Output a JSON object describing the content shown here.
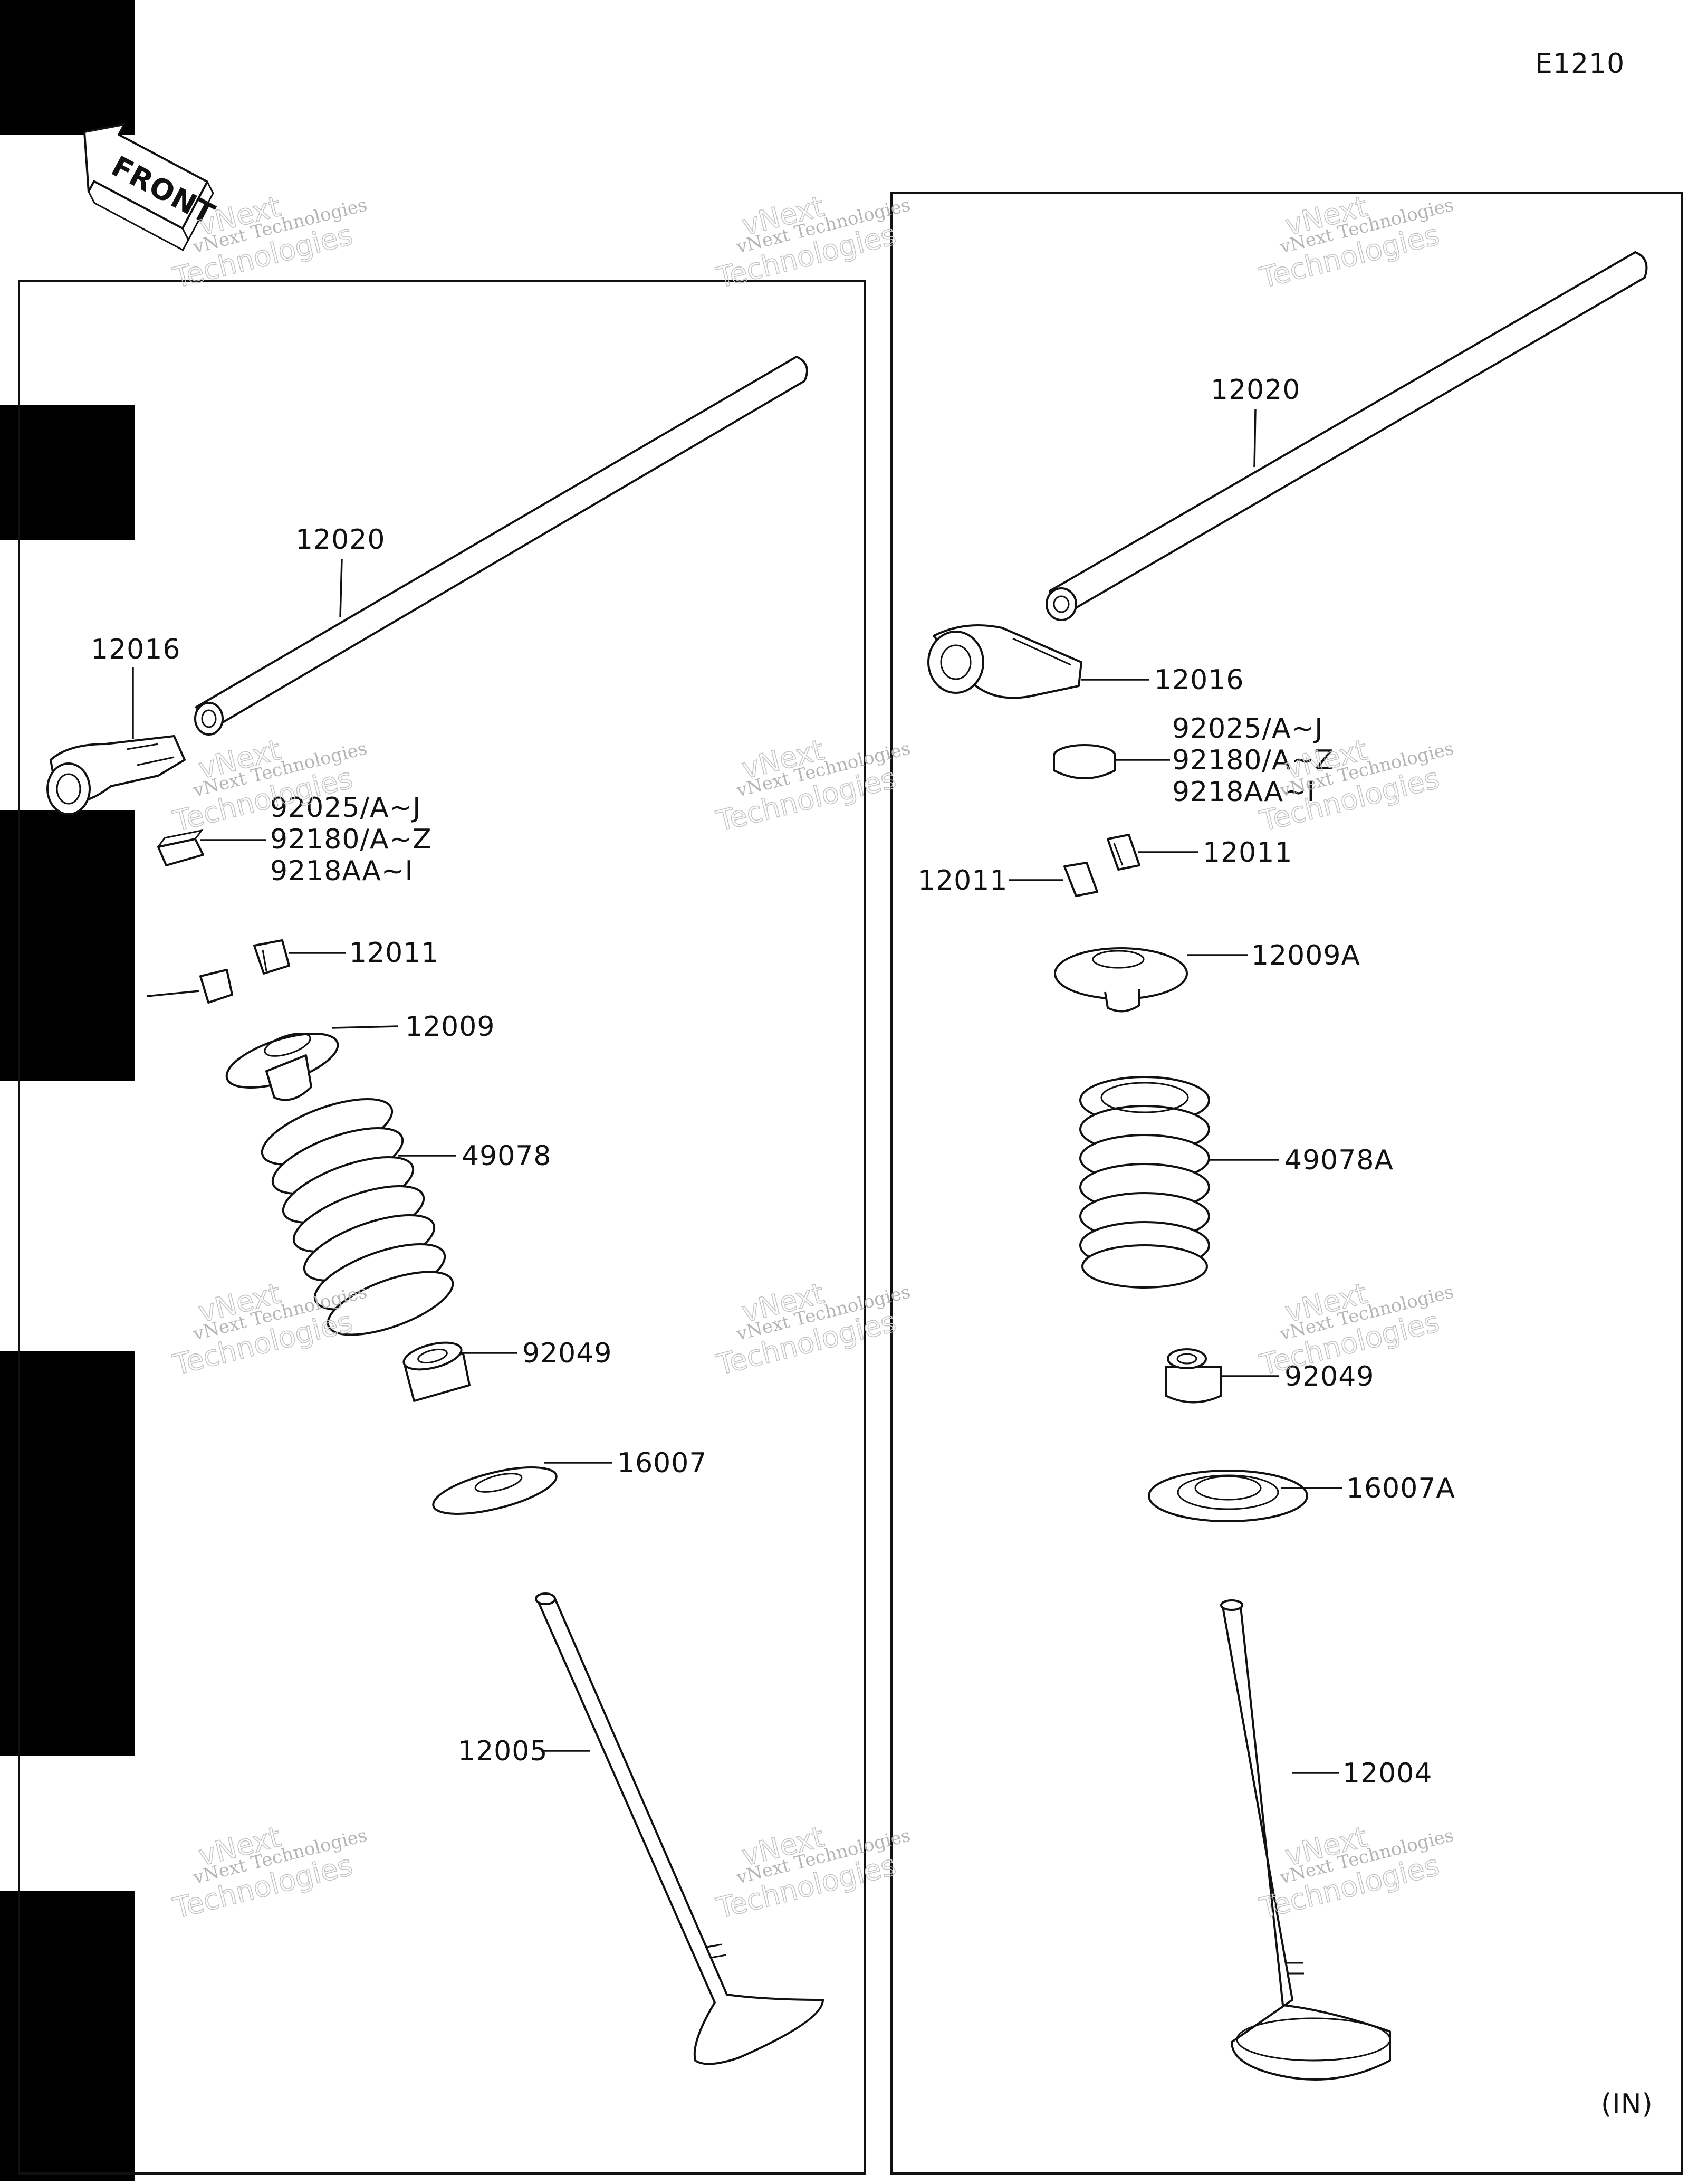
{
  "diagram_code": "E1210",
  "front_marker": "FRONT",
  "intake_marker": "(IN)",
  "left_panel": {
    "labels": {
      "shaft": "12020",
      "rocker_arm": "12016",
      "shim_1": "92025/A~J",
      "shim_2": "92180/A~Z",
      "shim_3": "9218AA~I",
      "cotter": "12011",
      "retainer": "12009",
      "spring": "49078",
      "seal": "92049",
      "seat": "16007",
      "valve": "12005"
    }
  },
  "right_panel": {
    "labels": {
      "shaft": "12020",
      "rocker_arm": "12016",
      "shim_1": "92025/A~J",
      "shim_2": "92180/A~Z",
      "shim_3": "9218AA~I",
      "cotter_a": "12011",
      "cotter_b": "12011",
      "retainer": "12009A",
      "spring": "49078A",
      "seal": "92049",
      "seat": "16007A",
      "valve": "12004"
    }
  },
  "watermark": {
    "line1": "vNext Technologies",
    "line2": "vNext",
    "line3": "Technologies"
  }
}
